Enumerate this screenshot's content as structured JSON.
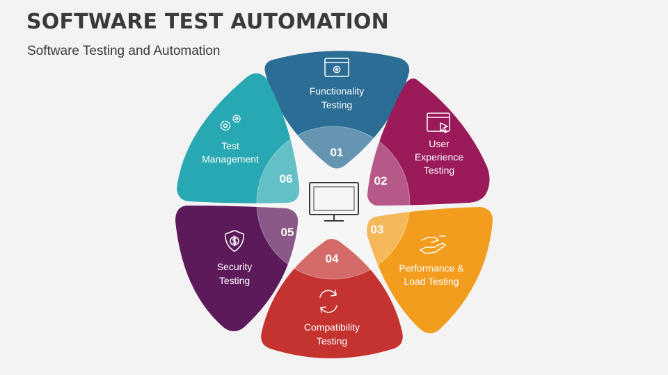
{
  "header": {
    "title": "SOFTWARE TEST AUTOMATION",
    "subtitle": "Software Testing and Automation"
  },
  "segments": [
    {
      "number": "01",
      "line1": "Functionality",
      "line2": "Testing",
      "line3": "",
      "color": "#2b6d95",
      "icon": "settings-window-icon"
    },
    {
      "number": "02",
      "line1": "User",
      "line2": "Experience",
      "line3": "Testing",
      "color": "#9b1a5a",
      "icon": "cursor-window-icon"
    },
    {
      "number": "03",
      "line1": "Performance &",
      "line2": "Load Testing",
      "line3": "",
      "color": "#f29d1d",
      "icon": "handshake-icon"
    },
    {
      "number": "04",
      "line1": "Compatibility",
      "line2": "Testing",
      "line3": "",
      "color": "#c53330",
      "icon": "refresh-icon"
    },
    {
      "number": "05",
      "line1": "Security",
      "line2": "Testing",
      "line3": "",
      "color": "#5d1a5b",
      "icon": "shield-dollar-icon"
    },
    {
      "number": "06",
      "line1": "Test",
      "line2": "Management",
      "line3": "",
      "color": "#28a8b2",
      "icon": "gears-icon"
    }
  ],
  "center": {
    "icon": "monitor-icon"
  }
}
